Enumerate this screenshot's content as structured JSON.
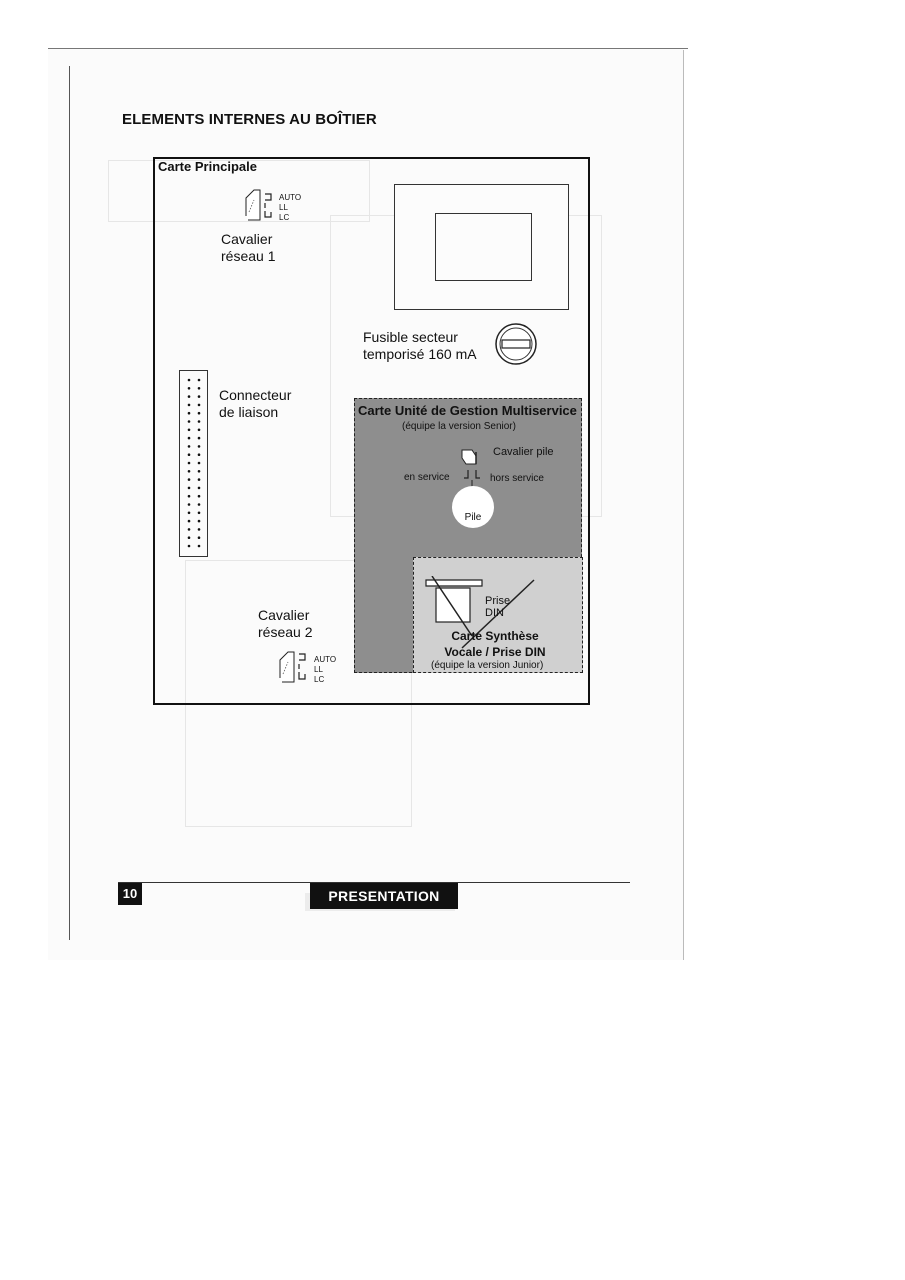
{
  "page": {
    "section_title": "ELEMENTS INTERNES AU BOÎTIER",
    "page_number": "10",
    "footer_title": "PRESENTATION"
  },
  "main_card": {
    "label": "Carte Principale",
    "jumper1": {
      "options": [
        "AUTO",
        "LL",
        "LC"
      ],
      "label_line1": "Cavalier",
      "label_line2": "réseau 1"
    },
    "jumper2": {
      "options": [
        "AUTO",
        "LL",
        "LC"
      ],
      "label_line1": "Cavalier",
      "label_line2": "réseau 2"
    },
    "fuse": {
      "line1": "Fusible secteur",
      "line2": "temporisé 160 mA"
    },
    "connector": {
      "line1": "Connecteur",
      "line2": "de liaison"
    }
  },
  "umgs_card": {
    "title": "Carte Unité de Gestion Multiservice",
    "subtitle": "(équipe la version Senior)",
    "battery_jumper_label": "Cavalier pile",
    "in_service": "en service",
    "out_of_service": "hors service",
    "battery": "Pile"
  },
  "synth_card": {
    "socket_line1": "Prise",
    "socket_line2": "DIN",
    "title_line1": "Carte Synthèse",
    "title_line2": "Vocale / Prise DIN",
    "subtitle": "(équipe la version Junior)"
  },
  "colors": {
    "ink": "#111111",
    "umgs_fill": "#8e8e8e",
    "synth_fill": "#d0d0d0",
    "paper": "#fbfbfb"
  }
}
